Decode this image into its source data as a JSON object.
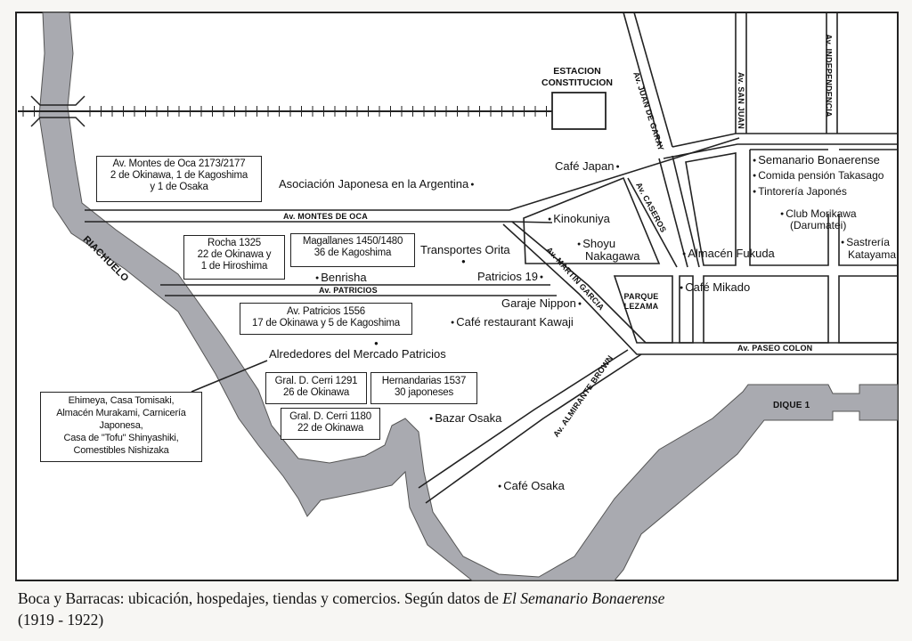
{
  "station": {
    "line1": "ESTACION",
    "line2": "CONSTITUCION"
  },
  "roads": {
    "montes_de_oca": "Av. MONTES DE OCA",
    "patricios": "Av. PATRICIOS",
    "martin_garcia": "Av. MARTIN GARCIA",
    "caseros": "Av. CASEROS",
    "juan_de_garay": "Av. JUAN DE GARAY",
    "san_juan": "Av. SAN JUAN",
    "independencia": "Av. INDEPENDENCIA",
    "paseo_colon": "Av. PASEO COLON",
    "almirante_brown": "Av. ALMIRANTE BROWN",
    "riachuelo": "RIACHUELO",
    "parque_lezama": "PARQUE LEZAMA",
    "dique": "DIQUE 1"
  },
  "boxes": [
    {
      "lines": [
        "Av. Montes de Oca 2173/2177",
        "2 de Okinawa, 1 de Kagoshima",
        "y 1 de Osaka"
      ]
    },
    {
      "lines": [
        "Rocha 1325",
        "22 de Okinawa y",
        "1 de Hiroshima"
      ]
    },
    {
      "lines": [
        "Magallanes 1450/1480",
        "36 de Kagoshima"
      ]
    },
    {
      "lines": [
        "Av. Patricios 1556",
        "17 de Okinawa y 5 de Kagoshima"
      ]
    },
    {
      "lines": [
        "Gral. D. Cerri 1291",
        "26 de Okinawa"
      ]
    },
    {
      "lines": [
        "Hernandarias 1537",
        "30 japoneses"
      ]
    },
    {
      "lines": [
        "Gral. D. Cerri 1180",
        "22 de Okinawa"
      ]
    },
    {
      "lines": [
        "Ehimeya, Casa Tomisaki,",
        "Almacén Murakami, Carnicería",
        "Japonesa,",
        "Casa de \"Tofu\" Shinyashiki,",
        "Comestibles Nishizaka"
      ]
    }
  ],
  "places": {
    "asociacion": "Asociación Japonesa en la Argentina",
    "cafe_japan": "Café Japan",
    "kinokuniya": "Kinokuniya",
    "shoyu1": "Shoyu",
    "shoyu2": "Nakagawa",
    "transportes": "Transportes Orita",
    "patricios19": "Patricios 19",
    "benrisha": "Benrisha",
    "garaje": "Garaje Nippon",
    "kawaji": "Café restaurant Kawaji",
    "mercado": "Alrededores del Mercado Patricios",
    "bazar": "Bazar Osaka",
    "cafe_osaka": "Café Osaka",
    "almacen_fukuda": "Almacén Fukuda",
    "cafe_mikado": "Café Mikado",
    "semanario": "Semanario Bonaerense",
    "comida": "Comida pensión Takasago",
    "tintoreria": "Tintorería Japonés",
    "club1": "Club Morikawa",
    "club2": "(Darumatei)",
    "sastreria1": "Sastrería",
    "sastreria2": "Katayama"
  },
  "caption": {
    "text": "Boca y Barracas: ubicación, hospedajes, tiendas y comercios. Según datos de ",
    "source": "El Semanario Bonaerense",
    "years": "(1919 - 1922)"
  },
  "colors": {
    "river": "#a9aab0",
    "line": "#222222"
  }
}
